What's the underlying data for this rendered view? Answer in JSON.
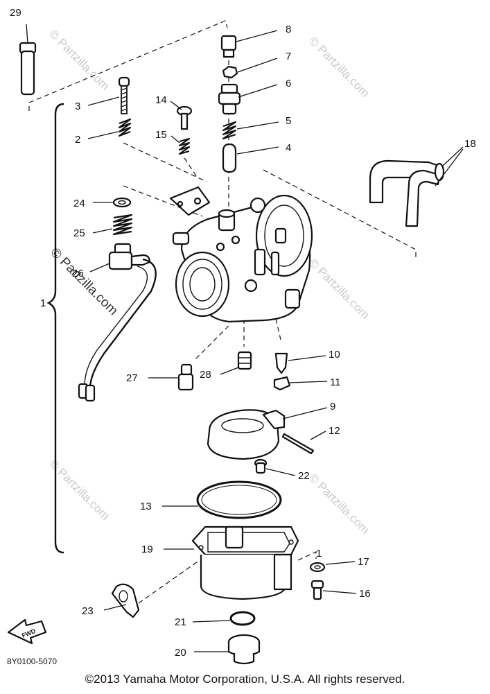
{
  "callouts": {
    "p1": "1",
    "p2": "2",
    "p3": "3",
    "p4": "4",
    "p5": "5",
    "p6": "6",
    "p7": "7",
    "p8": "8",
    "p9": "9",
    "p10": "10",
    "p11": "11",
    "p12": "12",
    "p13": "13",
    "p14": "14",
    "p15": "15",
    "p16": "16",
    "p17": "17",
    "p18": "18",
    "p19": "19",
    "p20": "20",
    "p21": "21",
    "p22": "22",
    "p23": "23",
    "p24": "24",
    "p25": "25",
    "p26": "26",
    "p27": "27",
    "p28": "28",
    "p29": "29"
  },
  "fwd_label": "FWD",
  "diagram_code": "8Y0100-5070",
  "copyright": "©2013  Yamaha Motor Corporation, U.S.A. All rights reserved.",
  "watermark": "© Partzilla.com"
}
